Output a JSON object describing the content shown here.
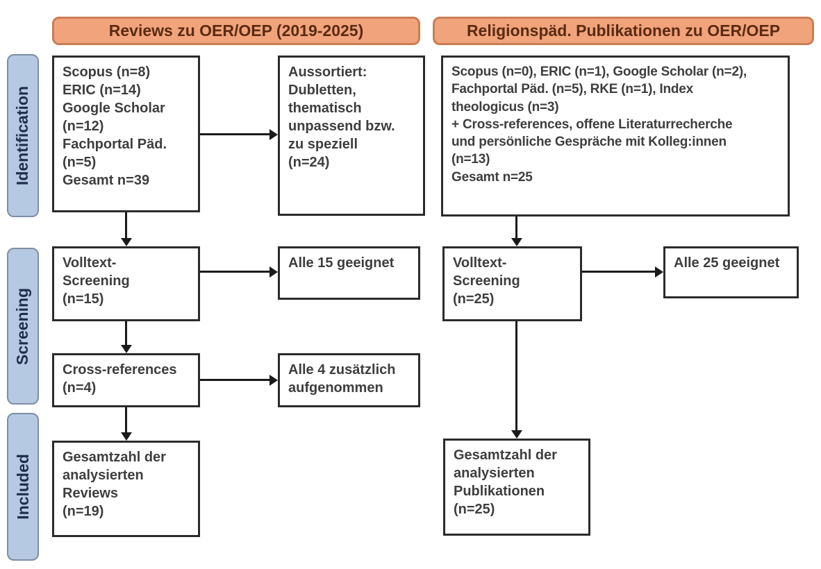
{
  "colors": {
    "background": "#ffffff",
    "header_fill": "#f1a47b",
    "header_border": "#c87e52",
    "header_text": "#5a2a12",
    "stage_fill": "#b6c9e2",
    "stage_border": "#7e8da3",
    "stage_text": "#1e2f4d",
    "box_border": "#2b2b2b",
    "box_text": "#3e3e3e",
    "arrow": "#1a1a1a"
  },
  "headers": {
    "left": "Reviews zu OER/OEP (2019-2025)",
    "right": "Religionspäd. Publikationen zu OER/OEP"
  },
  "stages": {
    "identification": "Identification",
    "screening": "Screening",
    "included": "Included"
  },
  "boxes": {
    "left_sources": "Scopus (n=8)\nERIC (n=14)\nGoogle Scholar\n(n=12)\nFachportal Päd.\n(n=5)\nGesamt n=39",
    "left_excluded": "Aussortiert:\nDubletten,\nthematisch\nunpassend bzw.\nzu speziell\n(n=24)",
    "left_screening": "Volltext-\nScreening\n(n=15)",
    "left_screening_result": "Alle 15 geeignet",
    "left_crossref": "Cross-references\n(n=4)",
    "left_crossref_result": "Alle 4 zusätzlich\naufgenommen",
    "left_included": "Gesamtzahl der\nanalysierten\nReviews\n(n=19)",
    "right_sources": "Scopus (n=0), ERIC (n=1), Google Scholar (n=2),\nFachportal Päd. (n=5), RKE (n=1), Index\ntheologicus (n=3)\n+ Cross-references, offene Literaturrecherche\nund persönliche Gespräche mit Kolleg:innen\n(n=13)\nGesamt n=25",
    "right_screening": "Volltext-\nScreening\n(n=25)",
    "right_screening_result": "Alle 25 geeignet",
    "right_included": "Gesamtzahl der\nanalysierten\nPublikationen\n(n=25)"
  }
}
